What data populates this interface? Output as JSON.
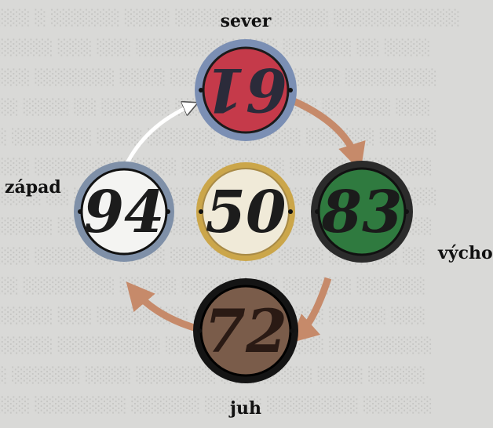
{
  "directions": {
    "north": "sever",
    "east": "východ",
    "south": "juh",
    "west": "západ"
  },
  "circles": [
    {
      "id": "north",
      "number": "61",
      "rotation": 180,
      "fill": "#c53a4a",
      "ring": "#7b8fb4",
      "text": "#2b2b3a"
    },
    {
      "id": "east",
      "number": "83",
      "rotation": 0,
      "fill": "#2f7a3f",
      "ring": "#2b2b2b",
      "text": "#1b1b1b"
    },
    {
      "id": "south",
      "number": "72",
      "rotation": 0,
      "fill": "#7a5c4a",
      "ring": "#141414",
      "text": "#2a1a14"
    },
    {
      "id": "west",
      "number": "94",
      "rotation": 0,
      "fill": "#f4f4f2",
      "ring": "#7f90a8",
      "text": "#1c1c1c"
    },
    {
      "id": "center",
      "number": "50",
      "rotation": 0,
      "fill": "#f0ead8",
      "ring": "#cba64a",
      "text": "#1c1c1c"
    }
  ],
  "colors": {
    "arrow": "#c68a6a",
    "arrow_north": "#ffffff",
    "background": "#d9d9d7"
  }
}
